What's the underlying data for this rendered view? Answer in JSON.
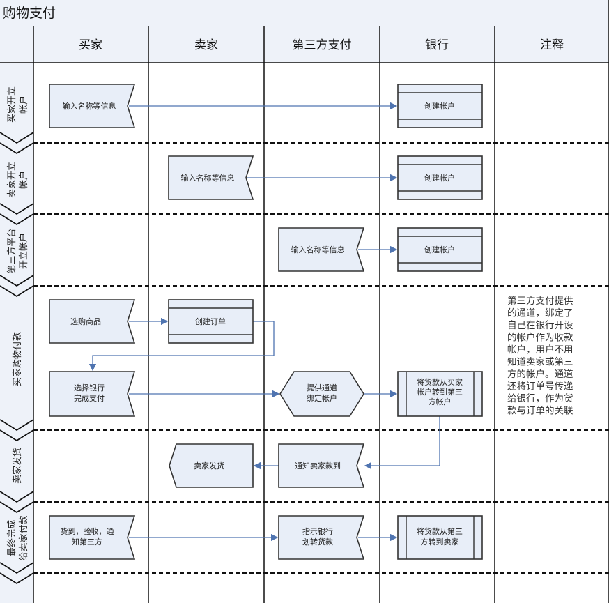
{
  "title": "购物支付",
  "columns": [
    "买家",
    "卖家",
    "第三方支付",
    "银行",
    "注释"
  ],
  "lanes": [
    [
      "买家开立",
      "帐户"
    ],
    [
      "卖家开立",
      "帐户"
    ],
    [
      "第三方平台",
      "开立帐户"
    ],
    [
      "买家购物付款"
    ],
    [
      "卖家发货"
    ],
    [
      "最终完成",
      "给卖家付款"
    ]
  ],
  "nodes": {
    "buyer_input": [
      "输入名称等信息"
    ],
    "bank_create_1": [
      "创建帐户"
    ],
    "seller_input": [
      "输入名称等信息"
    ],
    "bank_create_2": [
      "创建帐户"
    ],
    "third_input": [
      "输入名称等信息"
    ],
    "bank_create_3": [
      "创建帐户"
    ],
    "select_goods": [
      "选购商品"
    ],
    "create_order": [
      "创建订单"
    ],
    "choose_bank": [
      "选择银行",
      "完成支付"
    ],
    "provide_channel": [
      "提供通道",
      "绑定帐户"
    ],
    "transfer_to_third": [
      "将货款从买家",
      "帐户转到第三",
      "方帐户"
    ],
    "seller_ship": [
      "卖家发货"
    ],
    "notify_seller": [
      "通知卖家款到"
    ],
    "goods_received": [
      "货到，验收，通",
      "知第三方"
    ],
    "instruct_bank": [
      "指示银行",
      "划转货款"
    ],
    "transfer_to_seller": [
      "将货款从第三",
      "方转到卖家"
    ]
  },
  "note": [
    "第三方支付提供",
    "的通道，绑定了",
    "自己在银行开设",
    "的帐户作为收款",
    "帐户，用户不用",
    "知道卖家或第三",
    "方的帐户。通道",
    "还将订单号传递",
    "给银行，作为货",
    "款与订单的关联"
  ],
  "colors": {
    "shape_fill": "#e8eef8",
    "arrow": "#4f74b0",
    "header_bg": "#eef2f9"
  }
}
